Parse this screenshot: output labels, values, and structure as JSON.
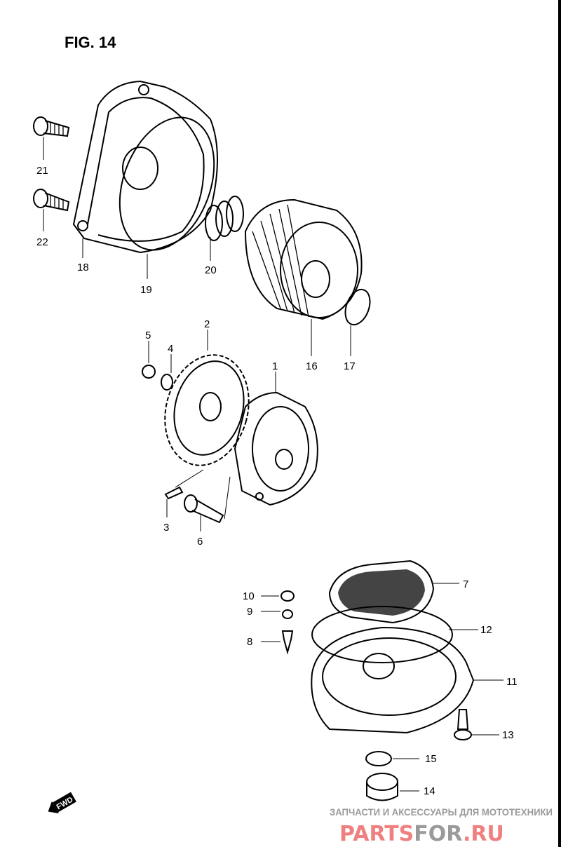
{
  "figure_title": "FIG. 14",
  "parts": {
    "p1": "1",
    "p2": "2",
    "p3": "3",
    "p4": "4",
    "p5": "5",
    "p6": "6",
    "p7": "7",
    "p8": "8",
    "p9": "9",
    "p10": "10",
    "p11": "11",
    "p12": "12",
    "p13": "13",
    "p14": "14",
    "p15": "15",
    "p16": "16",
    "p17": "17",
    "p18": "18",
    "p19": "19",
    "p20": "20",
    "p21": "21",
    "p22": "22"
  },
  "direction_arrow": "FWD",
  "watermark": {
    "tagline": "ЗАПЧАСТИ И АКСЕССУАРЫ ДЛЯ МОТОТЕХНИКИ",
    "brand_a": "PARTS",
    "brand_b": "FOR",
    "brand_c": ".RU",
    "color_red": "#f08080",
    "color_gray": "#9a9a9a"
  }
}
